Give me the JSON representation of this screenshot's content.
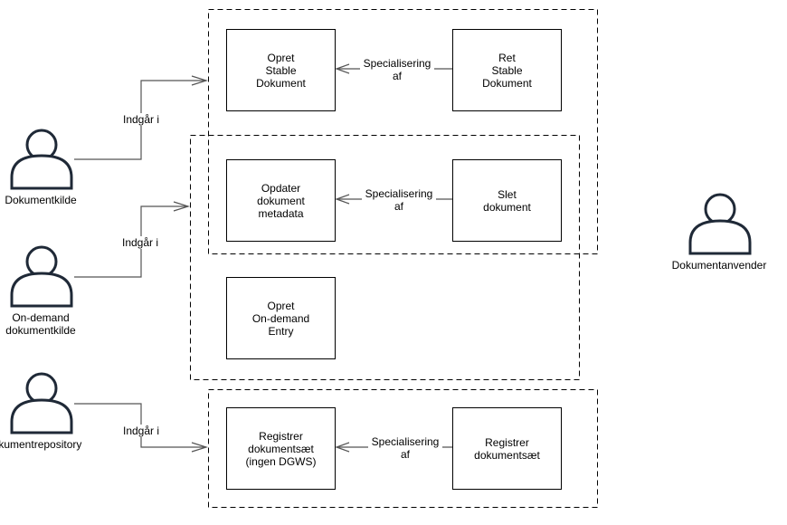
{
  "actors": {
    "kilde": "Dokumentkilde",
    "ondemand": "On-demand\ndokumentkilde",
    "repository": "Dokumentrepository",
    "anvender": "Dokumentanvender"
  },
  "use_cases": {
    "opret_stable": "Opret\nStable\nDokument",
    "ret_stable": "Ret\nStable\nDokument",
    "opdater_metadata": "Opdater\ndokument\nmetadata",
    "slet_dokument": "Slet\ndokument",
    "opret_ondemand": "Opret\nOn-demand\nEntry",
    "registrer_ingen_dgws": "Registrer\ndokumentsæt\n(ingen DGWS)",
    "registrer": "Registrer\ndokumentsæt"
  },
  "relations": {
    "indgaar_i": "Indgår i",
    "specialisering_af": "Specialisering\naf"
  },
  "colors": {
    "actor_stroke": "#1f2937",
    "line": "#555555",
    "box_border": "#000000"
  }
}
